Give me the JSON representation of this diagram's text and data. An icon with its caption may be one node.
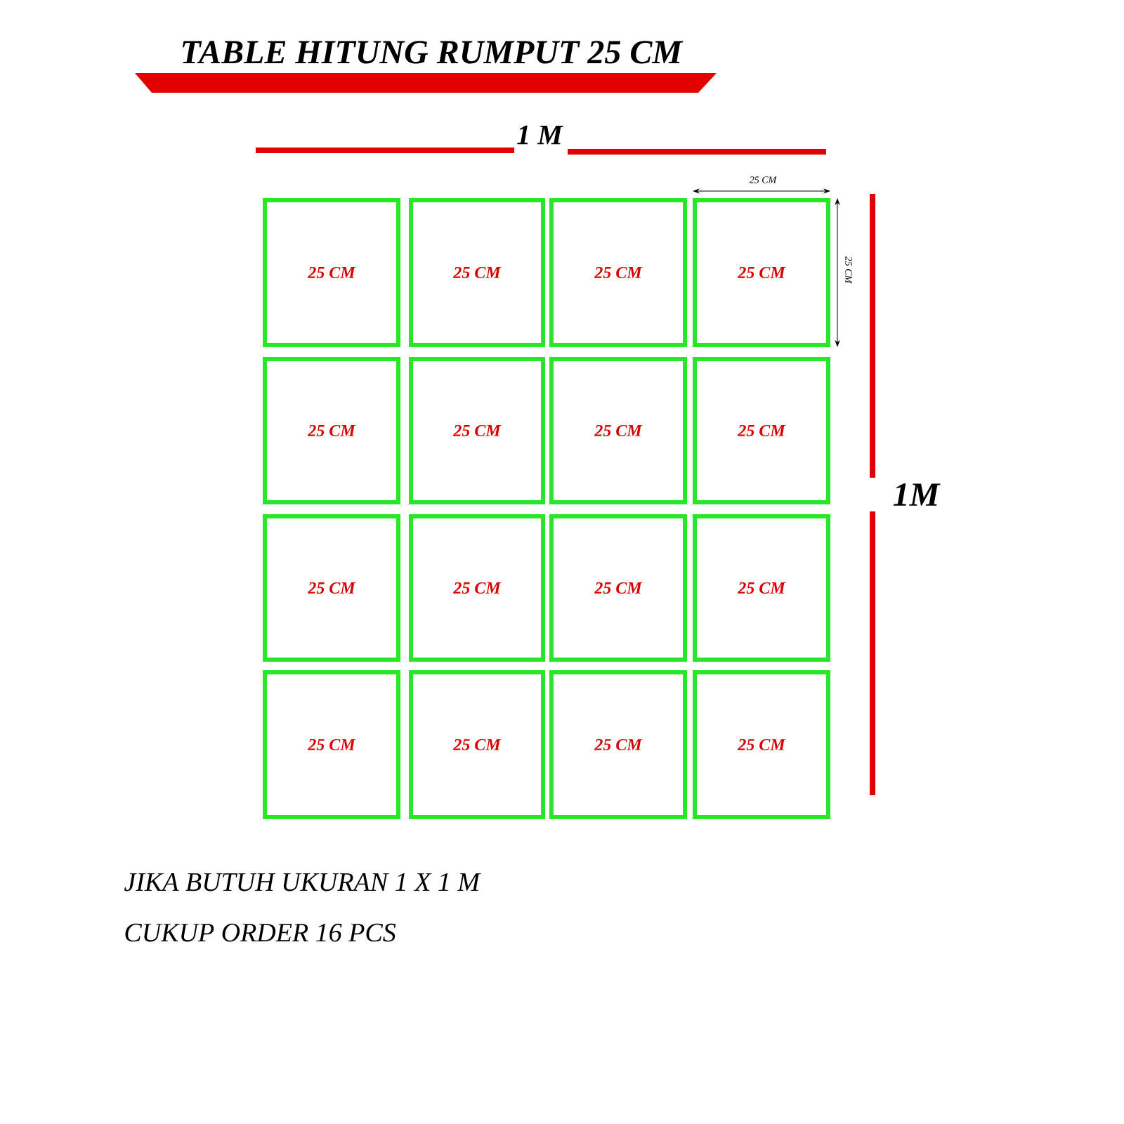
{
  "diagram": {
    "title": "TABLE HITUNG RUMPUT 25 CM",
    "nodes": [
      {
        "text": [
          "25 CM"
        ]
      },
      {
        "text": [
          "25 CM"
        ]
      },
      {
        "text": [
          "25 CM"
        ]
      },
      {
        "text": [
          "25 CM"
        ]
      },
      {
        "text": [
          "25 CM"
        ]
      },
      {
        "text": [
          "25 CM"
        ]
      },
      {
        "text": [
          "25 CM"
        ]
      },
      {
        "text": [
          "25 CM"
        ]
      },
      {
        "text": [
          "25 CM"
        ]
      },
      {
        "text": [
          "25 CM"
        ]
      },
      {
        "text": [
          "25 CM"
        ]
      },
      {
        "text": [
          "25 CM"
        ]
      },
      {
        "text": [
          "25 CM"
        ]
      },
      {
        "text": [
          "25 CM"
        ]
      },
      {
        "text": [
          "25 CM"
        ]
      },
      {
        "text": [
          "25 CM"
        ]
      }
    ],
    "labels": [
      "1 M",
      "25 CM",
      "25 CM",
      "1M",
      "JIKA BUTUH UKURAN 1 X 1 M",
      "CUKUP ORDER 16  PCS"
    ]
  }
}
